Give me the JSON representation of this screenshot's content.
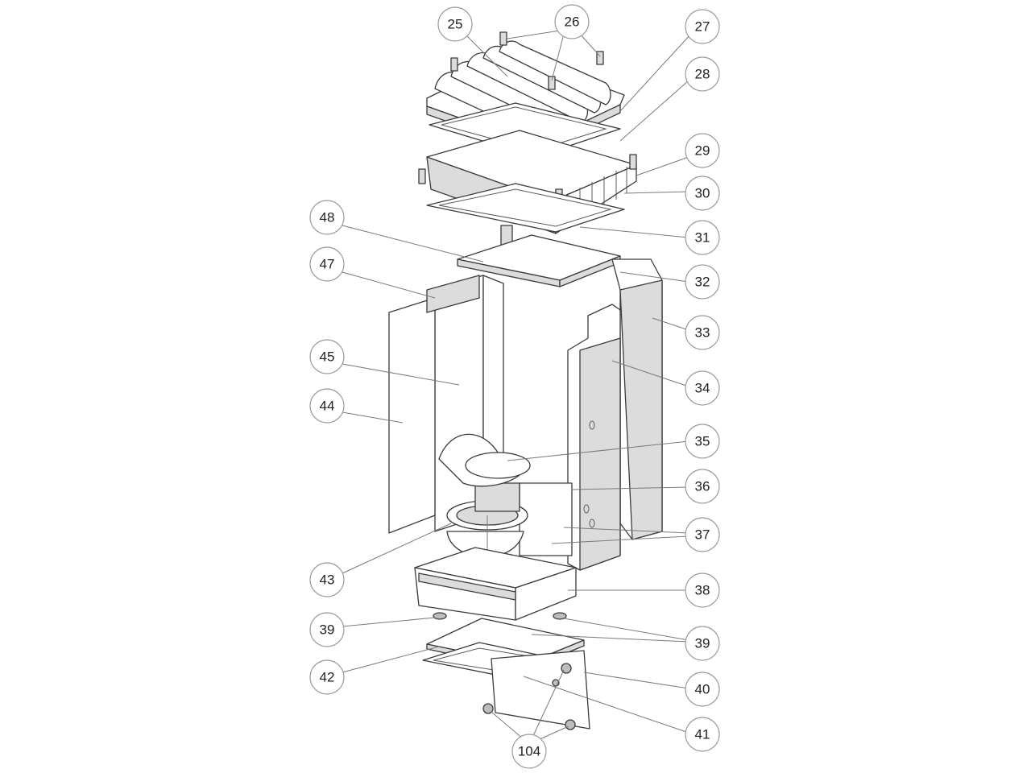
{
  "callouts": [
    {
      "id": "c25",
      "label": "25"
    },
    {
      "id": "c26",
      "label": "26"
    },
    {
      "id": "c27",
      "label": "27"
    },
    {
      "id": "c28",
      "label": "28"
    },
    {
      "id": "c29",
      "label": "29"
    },
    {
      "id": "c30",
      "label": "30"
    },
    {
      "id": "c31",
      "label": "31"
    },
    {
      "id": "c32",
      "label": "32"
    },
    {
      "id": "c33",
      "label": "33"
    },
    {
      "id": "c34",
      "label": "34"
    },
    {
      "id": "c35",
      "label": "35"
    },
    {
      "id": "c36",
      "label": "36"
    },
    {
      "id": "c37",
      "label": "37"
    },
    {
      "id": "c38",
      "label": "38"
    },
    {
      "id": "c39r",
      "label": "39"
    },
    {
      "id": "c40",
      "label": "40"
    },
    {
      "id": "c41",
      "label": "41"
    },
    {
      "id": "c104",
      "label": "104"
    },
    {
      "id": "c48",
      "label": "48"
    },
    {
      "id": "c47",
      "label": "47"
    },
    {
      "id": "c45",
      "label": "45"
    },
    {
      "id": "c44",
      "label": "44"
    },
    {
      "id": "c43",
      "label": "43"
    },
    {
      "id": "c39l",
      "label": "39"
    },
    {
      "id": "c42",
      "label": "42"
    }
  ]
}
